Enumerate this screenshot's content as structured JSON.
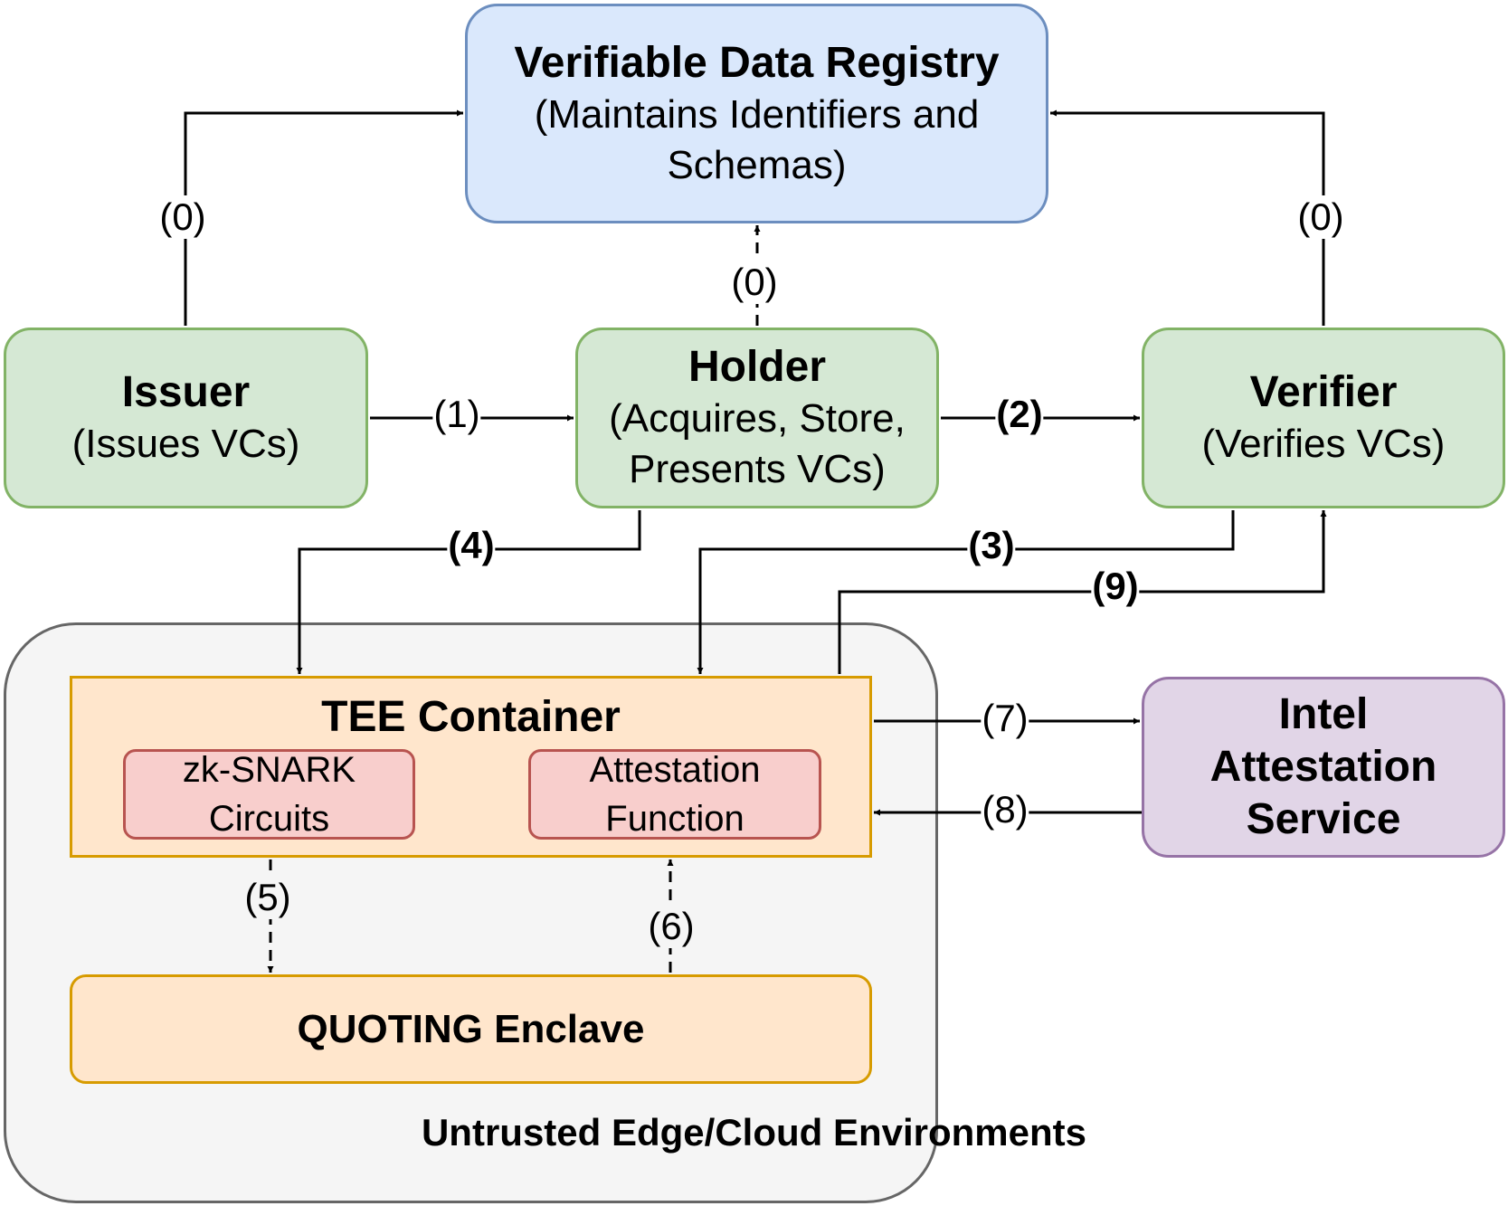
{
  "registry": {
    "title": "Verifiable Data Registry",
    "subtitle": "(Maintains Identifiers and Schemas)"
  },
  "issuer": {
    "title": "Issuer",
    "subtitle": "(Issues VCs)"
  },
  "holder": {
    "title": "Holder",
    "subtitle": "(Acquires, Store, Presents VCs)"
  },
  "verifier": {
    "title": "Verifier",
    "subtitle": "(Verifies VCs)"
  },
  "environment": {
    "label": "Untrusted Edge/Cloud Environments"
  },
  "tee": {
    "title": "TEE Container",
    "zk": "zk-SNARK Circuits",
    "attestation": "Attestation Function"
  },
  "quoting": {
    "title": "QUOTING Enclave"
  },
  "ias": {
    "title": "Intel Attestation Service"
  },
  "edges": {
    "issuer_registry": "(0)",
    "holder_registry": "(0)",
    "verifier_registry": "(0)",
    "issuer_holder": "(1)",
    "holder_verifier": "(2)",
    "verifier_tee": "(3)",
    "holder_tee": "(4)",
    "tee_quoting": "(5)",
    "quoting_tee": "(6)",
    "tee_ias": "(7)",
    "ias_tee": "(8)",
    "tee_verifier": "(9)"
  },
  "colors": {
    "registry_fill": "#dae8fc",
    "registry_stroke": "#6c8ebf",
    "party_fill": "#d5e8d4",
    "party_stroke": "#82b366",
    "tee_fill": "#ffe6cc",
    "tee_stroke": "#d79b00",
    "function_fill": "#f8cecc",
    "function_stroke": "#b85450",
    "ias_fill": "#e1d5e7",
    "ias_stroke": "#9673a6",
    "env_fill": "#f5f5f5",
    "env_stroke": "#666666"
  }
}
